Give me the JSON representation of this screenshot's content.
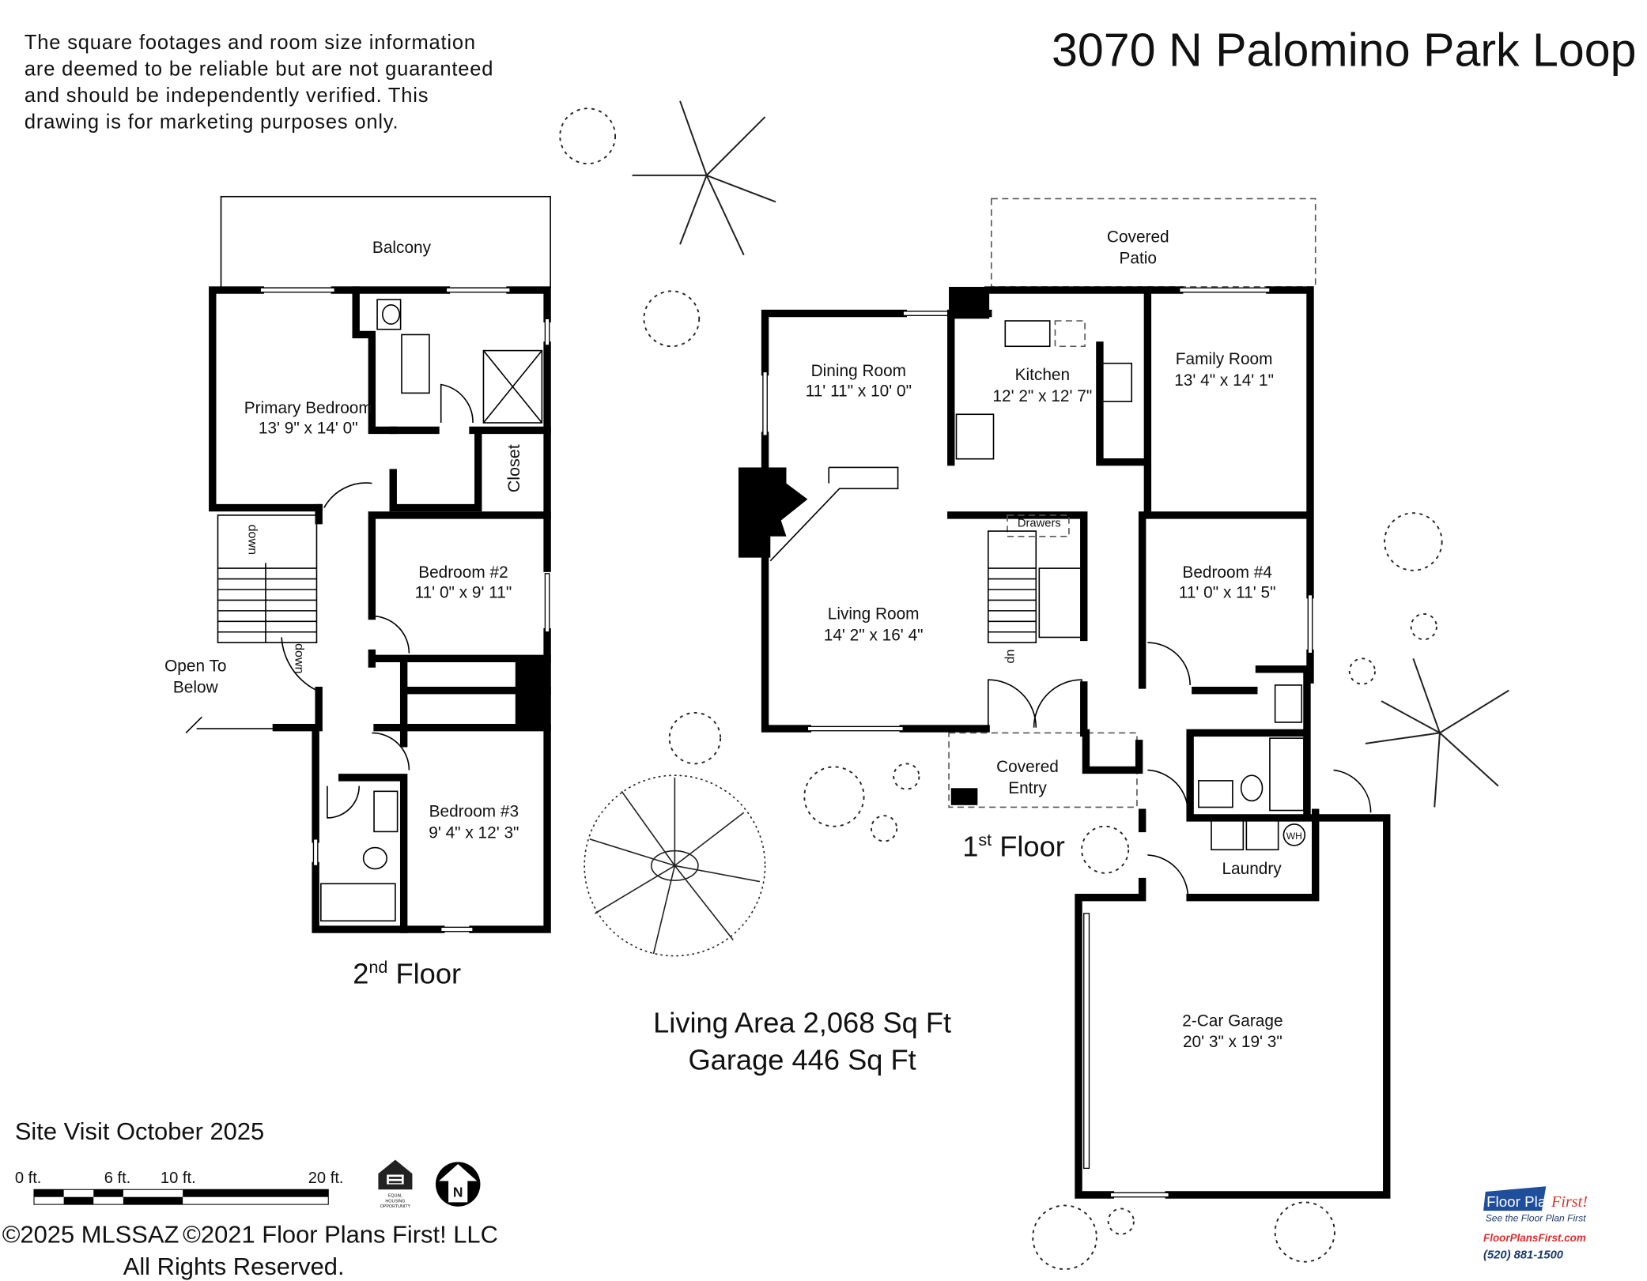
{
  "title": "3070 N Palomino Park Loop",
  "disclaimer": [
    "The square footages and room size information",
    "are deemed to be reliable but are not guaranteed",
    "and should be independently verified. This",
    "drawing is for marketing purposes only."
  ],
  "second_floor": {
    "label": "2",
    "label_sup": "nd",
    "label_suffix": " Floor",
    "balcony": "Balcony",
    "primary_bedroom": {
      "name": "Primary Bedroom",
      "size": "13' 9\" x 14' 0\""
    },
    "closet": "Closet",
    "bedroom2": {
      "name": "Bedroom #2",
      "size": "11' 0\" x 9' 11\""
    },
    "bedroom3": {
      "name": "Bedroom #3",
      "size": "9' 4\" x 12' 3\""
    },
    "open_to_below": [
      "Open To",
      "Below"
    ],
    "stair_down_1": "down",
    "stair_down_2": "down"
  },
  "first_floor": {
    "label": "1",
    "label_sup": "st",
    "label_suffix": " Floor",
    "covered_patio": [
      "Covered",
      "Patio"
    ],
    "dining_room": {
      "name": "Dining Room",
      "size": "11' 11\" x 10' 0\""
    },
    "kitchen": {
      "name": "Kitchen",
      "size": "12' 2\" x 12' 7\""
    },
    "family_room": {
      "name": "Family Room",
      "size": "13' 4\" x 14' 1\""
    },
    "drawers": "Drawers",
    "living_room": {
      "name": "Living Room",
      "size": "14' 2\" x 16' 4\""
    },
    "bedroom4": {
      "name": "Bedroom #4",
      "size": "11' 0\" x 11' 5\""
    },
    "stair_up": "up",
    "covered_entry": [
      "Covered",
      "Entry"
    ],
    "water_heater": "WH",
    "laundry": "Laundry",
    "garage": {
      "name": "2-Car Garage",
      "size": "20' 3\" x 19' 3\""
    }
  },
  "areas": {
    "living": "Living Area 2,068 Sq Ft",
    "garage": "Garage 446 Sq Ft"
  },
  "site_visit": "Site Visit October 2025",
  "scale_bar": {
    "labels": [
      "0 ft.",
      "6 ft.",
      "10 ft.",
      "20 ft."
    ]
  },
  "equal_housing": [
    "EQUAL",
    "HOUSING",
    "OPPORTUNITY"
  ],
  "north": "N",
  "copyright": {
    "line1": "©2021 Floor Plans First! LLC",
    "line1_overlay": "©2025 MLSSAZ",
    "line2": "All Rights Reserved."
  },
  "logo": {
    "brand": "Floor Plans",
    "brand_script": "First!",
    "tagline": "See the Floor Plan First",
    "website": "FloorPlansFirst.com",
    "phone": "(520) 881-1500",
    "colors": {
      "blue": "#1f4e9c",
      "red": "#d9302a",
      "navy": "#1d3a6b"
    }
  }
}
